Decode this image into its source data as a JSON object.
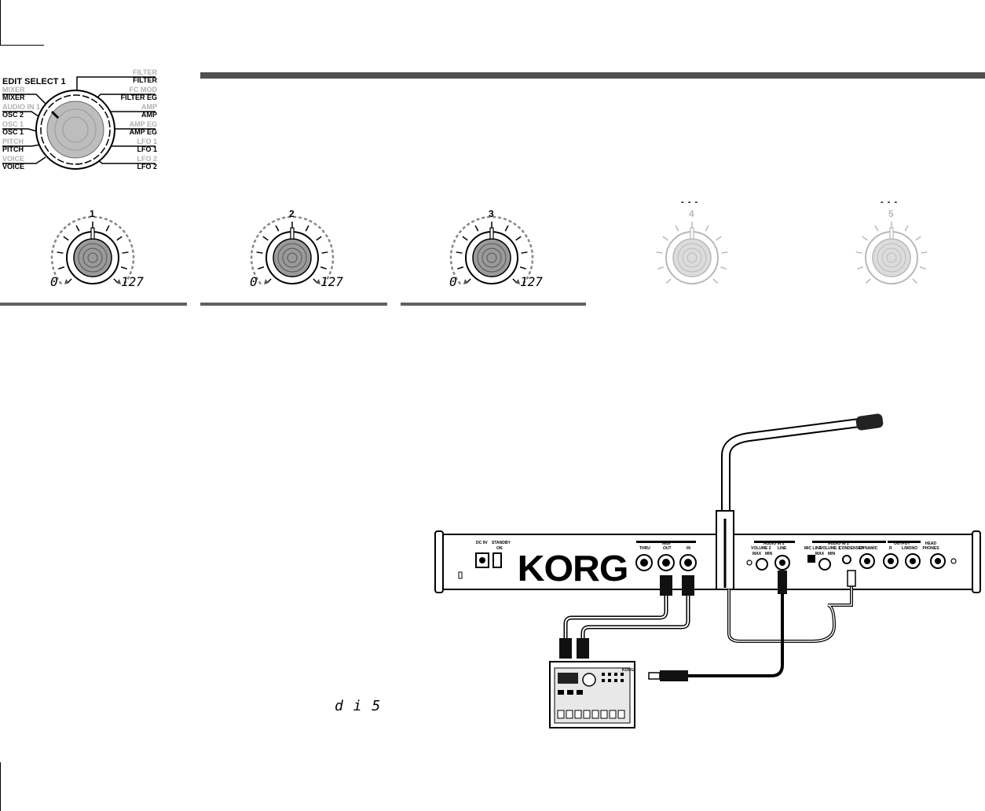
{
  "edit_select": {
    "title": "EDIT SELECT 1",
    "left_items": [
      {
        "upper": "MIXER",
        "lower": "MIXER"
      },
      {
        "upper": "AUDIO IN 1",
        "lower": "OSC 2"
      },
      {
        "upper": "OSC 1",
        "lower": "OSC 1"
      },
      {
        "upper": "PITCH",
        "lower": "PITCH"
      },
      {
        "upper": "VOICE",
        "lower": "VOICE"
      }
    ],
    "right_items": [
      {
        "upper": "FILTER",
        "lower": "FILTER"
      },
      {
        "upper": "FC MOD",
        "lower": "FILTER EG"
      },
      {
        "upper": "AMP",
        "lower": "AMP"
      },
      {
        "upper": "AMP EG",
        "lower": "AMP EG"
      },
      {
        "upper": "LFO 1",
        "lower": "LFO 1"
      },
      {
        "upper": "LFO 2",
        "lower": "LFO 2"
      }
    ]
  },
  "knobs": [
    {
      "number": "1",
      "min": "0",
      "max": "127",
      "active": true
    },
    {
      "number": "2",
      "min": "0",
      "max": "127",
      "active": true
    },
    {
      "number": "3",
      "min": "0",
      "max": "127",
      "active": true
    },
    {
      "number": "4",
      "dash": "- - -",
      "active": false
    },
    {
      "number": "5",
      "dash": "- - -",
      "active": false
    }
  ],
  "display_readout": "d i 5",
  "rear_panel": {
    "brand": "KORG",
    "power": {
      "dc_label": "DC 9V",
      "standby_label": "STANDBY",
      "on_label": "ON"
    },
    "midi": {
      "group_label": "MIDI",
      "thru": "THRU",
      "out": "OUT",
      "in": "IN"
    },
    "audio_in2": {
      "group_label": "AUDIO IN 2",
      "volume_label": "VOLUME 2",
      "max": "MAX",
      "min": "MIN",
      "line": "LINE"
    },
    "audio_in1": {
      "group_label": "AUDIO IN 1",
      "mic_line": "MIC LINE",
      "volume_label": "VOLUME 1",
      "max": "MAX",
      "min": "MIN",
      "condenser": "CONDENSER",
      "dynamic": "DYNAMIC"
    },
    "output": {
      "group_label": "OUTPUT",
      "r": "R",
      "l_mono": "L/MONO"
    },
    "headphones": "HEAD PHONES"
  },
  "device": {
    "brand": "KORG"
  }
}
